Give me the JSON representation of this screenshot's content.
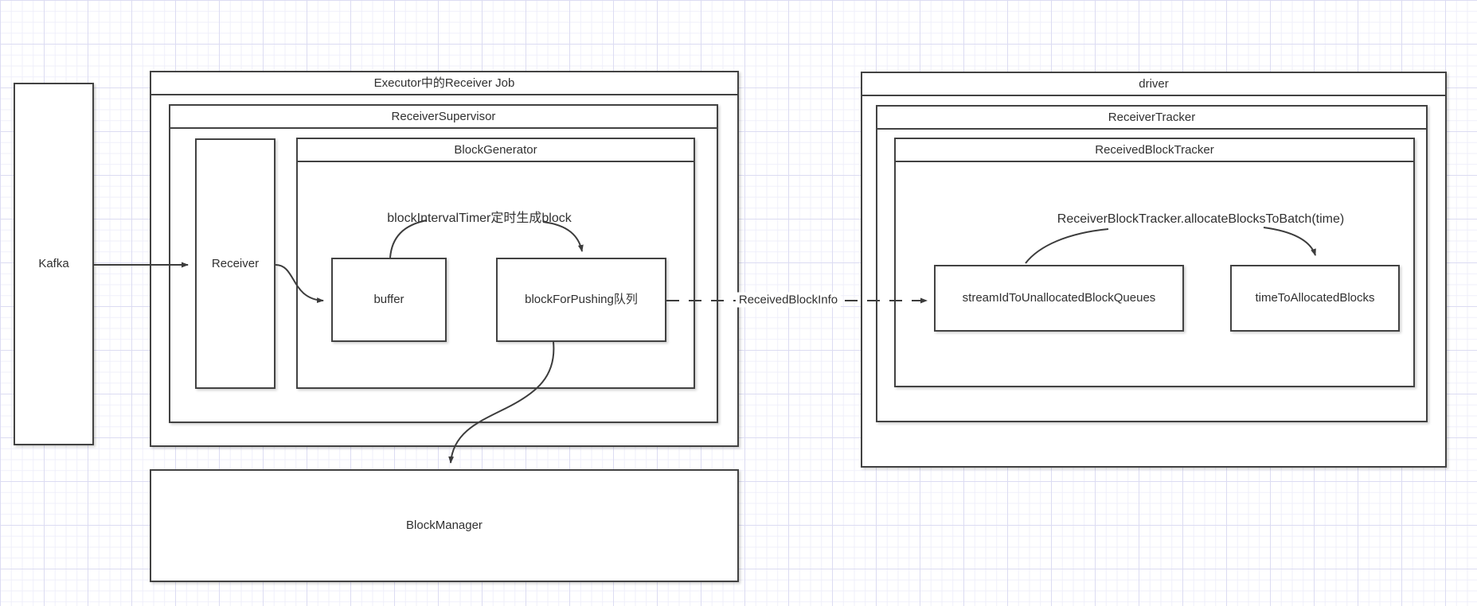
{
  "nodes": {
    "kafka": "Kafka",
    "executor_title": "Executor中的Receiver Job",
    "receiver_supervisor_title": "ReceiverSupervisor",
    "block_generator_title": "BlockGenerator",
    "receiver": "Receiver",
    "buffer": "buffer",
    "block_for_pushing": "blockForPushing队列",
    "block_manager": "BlockManager",
    "driver_title": "driver",
    "receiver_tracker_title": "ReceiverTracker",
    "received_block_tracker_title": "ReceivedBlockTracker",
    "stream_id_queue": "streamIdToUnallocatedBlockQueues",
    "time_to_allocated": "timeToAllocatedBlocks"
  },
  "annotations": {
    "block_interval_timer": "blockIntervalTimer定时生成block",
    "allocate_blocks": "ReceiverBlockTracker.allocateBlocksToBatch(time)",
    "received_block_info": "ReceivedBlockInfo"
  },
  "colors": {
    "stroke": "#424242",
    "arrow": "#3c3c3c",
    "text": "#303030",
    "grid_minor": "#efeffa",
    "grid_major": "#dcdcf2",
    "canvas_bg": "#ffffff"
  }
}
